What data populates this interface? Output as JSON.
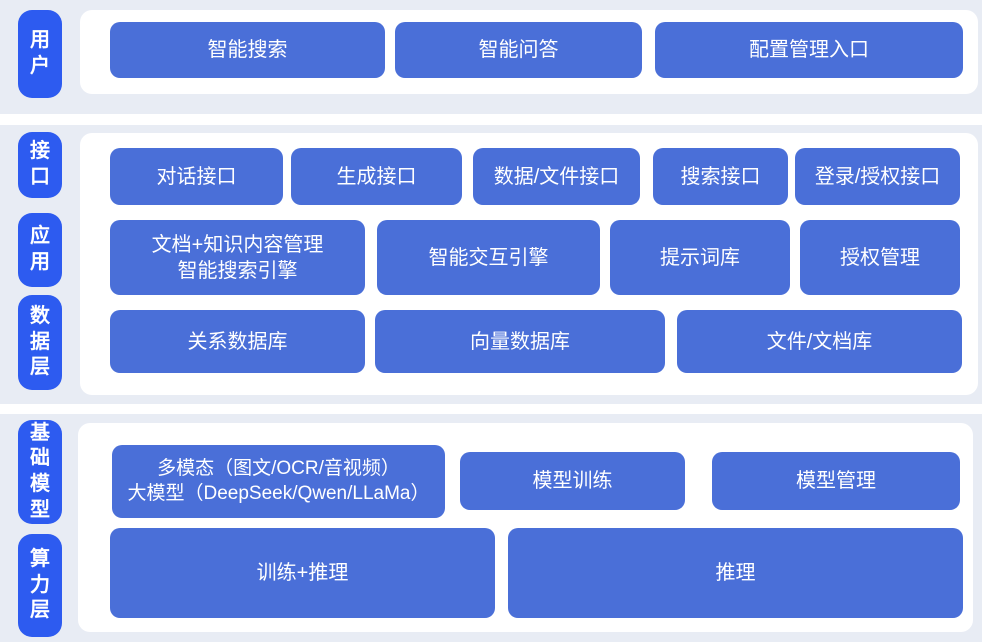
{
  "colors": {
    "label_blue": "#2d5bf0",
    "button_blue": "#4a6fd8",
    "band_bg": "#e8ecf4",
    "panel_bg": "#ffffff",
    "text_white": "#ffffff"
  },
  "sections": [
    {
      "name": "user-layer",
      "labels": [
        "用户"
      ],
      "rows": [
        [
          "智能搜索",
          "智能问答",
          "配置管理入口"
        ]
      ]
    },
    {
      "name": "core-layer",
      "labels": [
        "接口",
        "应用",
        "数据层"
      ],
      "rows": [
        [
          "对话接口",
          "生成接口",
          "数据/文件接口",
          "搜索接口",
          "登录/授权接口"
        ],
        [
          "文档+知识内容管理\n智能搜索引擎",
          "智能交互引擎",
          "提示词库",
          "授权管理"
        ],
        [
          "关系数据库",
          "向量数据库",
          "文件/文档库"
        ]
      ]
    },
    {
      "name": "infra-layer",
      "labels": [
        "基础模型",
        "算力层"
      ],
      "rows": [
        [
          "多模态（图文/OCR/音视频）\n大模型（DeepSeek/Qwen/LLaMa）",
          "模型训练",
          "模型管理"
        ],
        [
          "训练+推理",
          "推理"
        ]
      ]
    }
  ]
}
